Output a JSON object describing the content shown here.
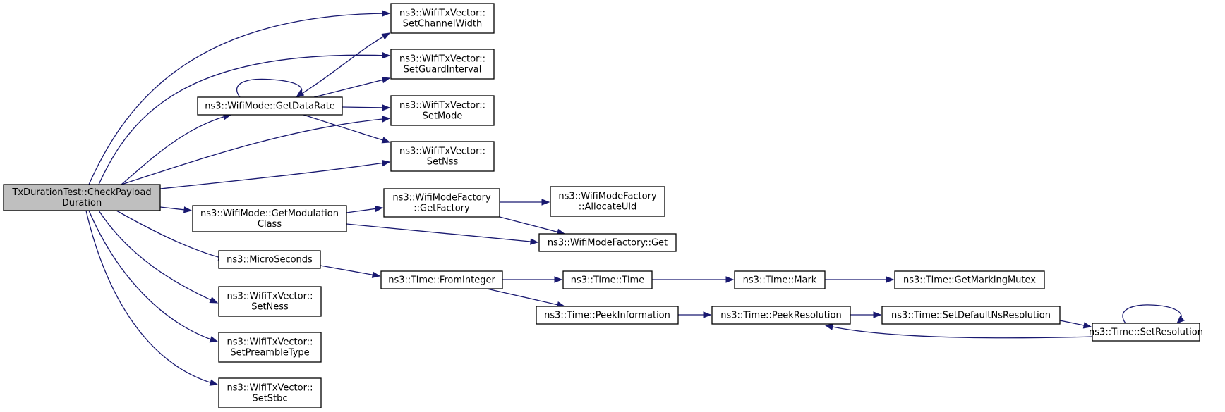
{
  "colors": {
    "edge": "#191970",
    "root_fill": "#bfbfbf",
    "node_fill": "#ffffff",
    "border": "#000000"
  },
  "nodes": [
    {
      "id": "root",
      "lines": [
        "TxDurationTest::CheckPayload",
        "Duration"
      ],
      "root": true
    },
    {
      "id": "setChannelWidth",
      "lines": [
        "ns3::WifiTxVector::",
        "SetChannelWidth"
      ]
    },
    {
      "id": "setGuardInterval",
      "lines": [
        "ns3::WifiTxVector::",
        "SetGuardInterval"
      ]
    },
    {
      "id": "getDataRate",
      "lines": [
        "ns3::WifiMode::GetDataRate"
      ]
    },
    {
      "id": "setMode",
      "lines": [
        "ns3::WifiTxVector::",
        "SetMode"
      ]
    },
    {
      "id": "setNss",
      "lines": [
        "ns3::WifiTxVector::",
        "SetNss"
      ]
    },
    {
      "id": "getModulationClass",
      "lines": [
        "ns3::WifiMode::GetModulation",
        "Class"
      ]
    },
    {
      "id": "getFactory",
      "lines": [
        "ns3::WifiModeFactory",
        "::GetFactory"
      ]
    },
    {
      "id": "allocateUid",
      "lines": [
        "ns3::WifiModeFactory",
        "::AllocateUid"
      ]
    },
    {
      "id": "factoryGet",
      "lines": [
        "ns3::WifiModeFactory::Get"
      ]
    },
    {
      "id": "microSeconds",
      "lines": [
        "ns3::MicroSeconds"
      ]
    },
    {
      "id": "fromInteger",
      "lines": [
        "ns3::Time::FromInteger"
      ]
    },
    {
      "id": "timeTime",
      "lines": [
        "ns3::Time::Time"
      ]
    },
    {
      "id": "timeMark",
      "lines": [
        "ns3::Time::Mark"
      ]
    },
    {
      "id": "getMarkingMutex",
      "lines": [
        "ns3::Time::GetMarkingMutex"
      ]
    },
    {
      "id": "peekInformation",
      "lines": [
        "ns3::Time::PeekInformation"
      ]
    },
    {
      "id": "peekResolution",
      "lines": [
        "ns3::Time::PeekResolution"
      ]
    },
    {
      "id": "setDefaultNsResolution",
      "lines": [
        "ns3::Time::SetDefaultNsResolution"
      ]
    },
    {
      "id": "setResolution",
      "lines": [
        "ns3::Time::SetResolution"
      ]
    },
    {
      "id": "setNess",
      "lines": [
        "ns3::WifiTxVector::",
        "SetNess"
      ]
    },
    {
      "id": "setPreambleType",
      "lines": [
        "ns3::WifiTxVector::",
        "SetPreambleType"
      ]
    },
    {
      "id": "setStbc",
      "lines": [
        "ns3::WifiTxVector::",
        "SetStbc"
      ]
    }
  ],
  "edges": [
    {
      "from": "root",
      "to": "setChannelWidth"
    },
    {
      "from": "root",
      "to": "setGuardInterval"
    },
    {
      "from": "root",
      "to": "getDataRate"
    },
    {
      "from": "root",
      "to": "setMode"
    },
    {
      "from": "root",
      "to": "setNss"
    },
    {
      "from": "root",
      "to": "getModulationClass"
    },
    {
      "from": "root",
      "to": "microSeconds"
    },
    {
      "from": "root",
      "to": "setNess"
    },
    {
      "from": "root",
      "to": "setPreambleType"
    },
    {
      "from": "root",
      "to": "setStbc"
    },
    {
      "from": "getDataRate",
      "to": "getDataRate"
    },
    {
      "from": "getDataRate",
      "to": "setChannelWidth"
    },
    {
      "from": "getDataRate",
      "to": "setGuardInterval"
    },
    {
      "from": "getDataRate",
      "to": "setMode"
    },
    {
      "from": "getDataRate",
      "to": "setNss"
    },
    {
      "from": "getModulationClass",
      "to": "getFactory"
    },
    {
      "from": "getModulationClass",
      "to": "factoryGet"
    },
    {
      "from": "getFactory",
      "to": "allocateUid"
    },
    {
      "from": "getFactory",
      "to": "factoryGet"
    },
    {
      "from": "microSeconds",
      "to": "fromInteger"
    },
    {
      "from": "fromInteger",
      "to": "timeTime"
    },
    {
      "from": "fromInteger",
      "to": "peekInformation"
    },
    {
      "from": "timeTime",
      "to": "timeMark"
    },
    {
      "from": "timeMark",
      "to": "getMarkingMutex"
    },
    {
      "from": "peekInformation",
      "to": "peekResolution"
    },
    {
      "from": "peekResolution",
      "to": "setDefaultNsResolution"
    },
    {
      "from": "setDefaultNsResolution",
      "to": "setResolution"
    },
    {
      "from": "setResolution",
      "to": "peekResolution"
    },
    {
      "from": "setResolution",
      "to": "setResolution"
    }
  ]
}
